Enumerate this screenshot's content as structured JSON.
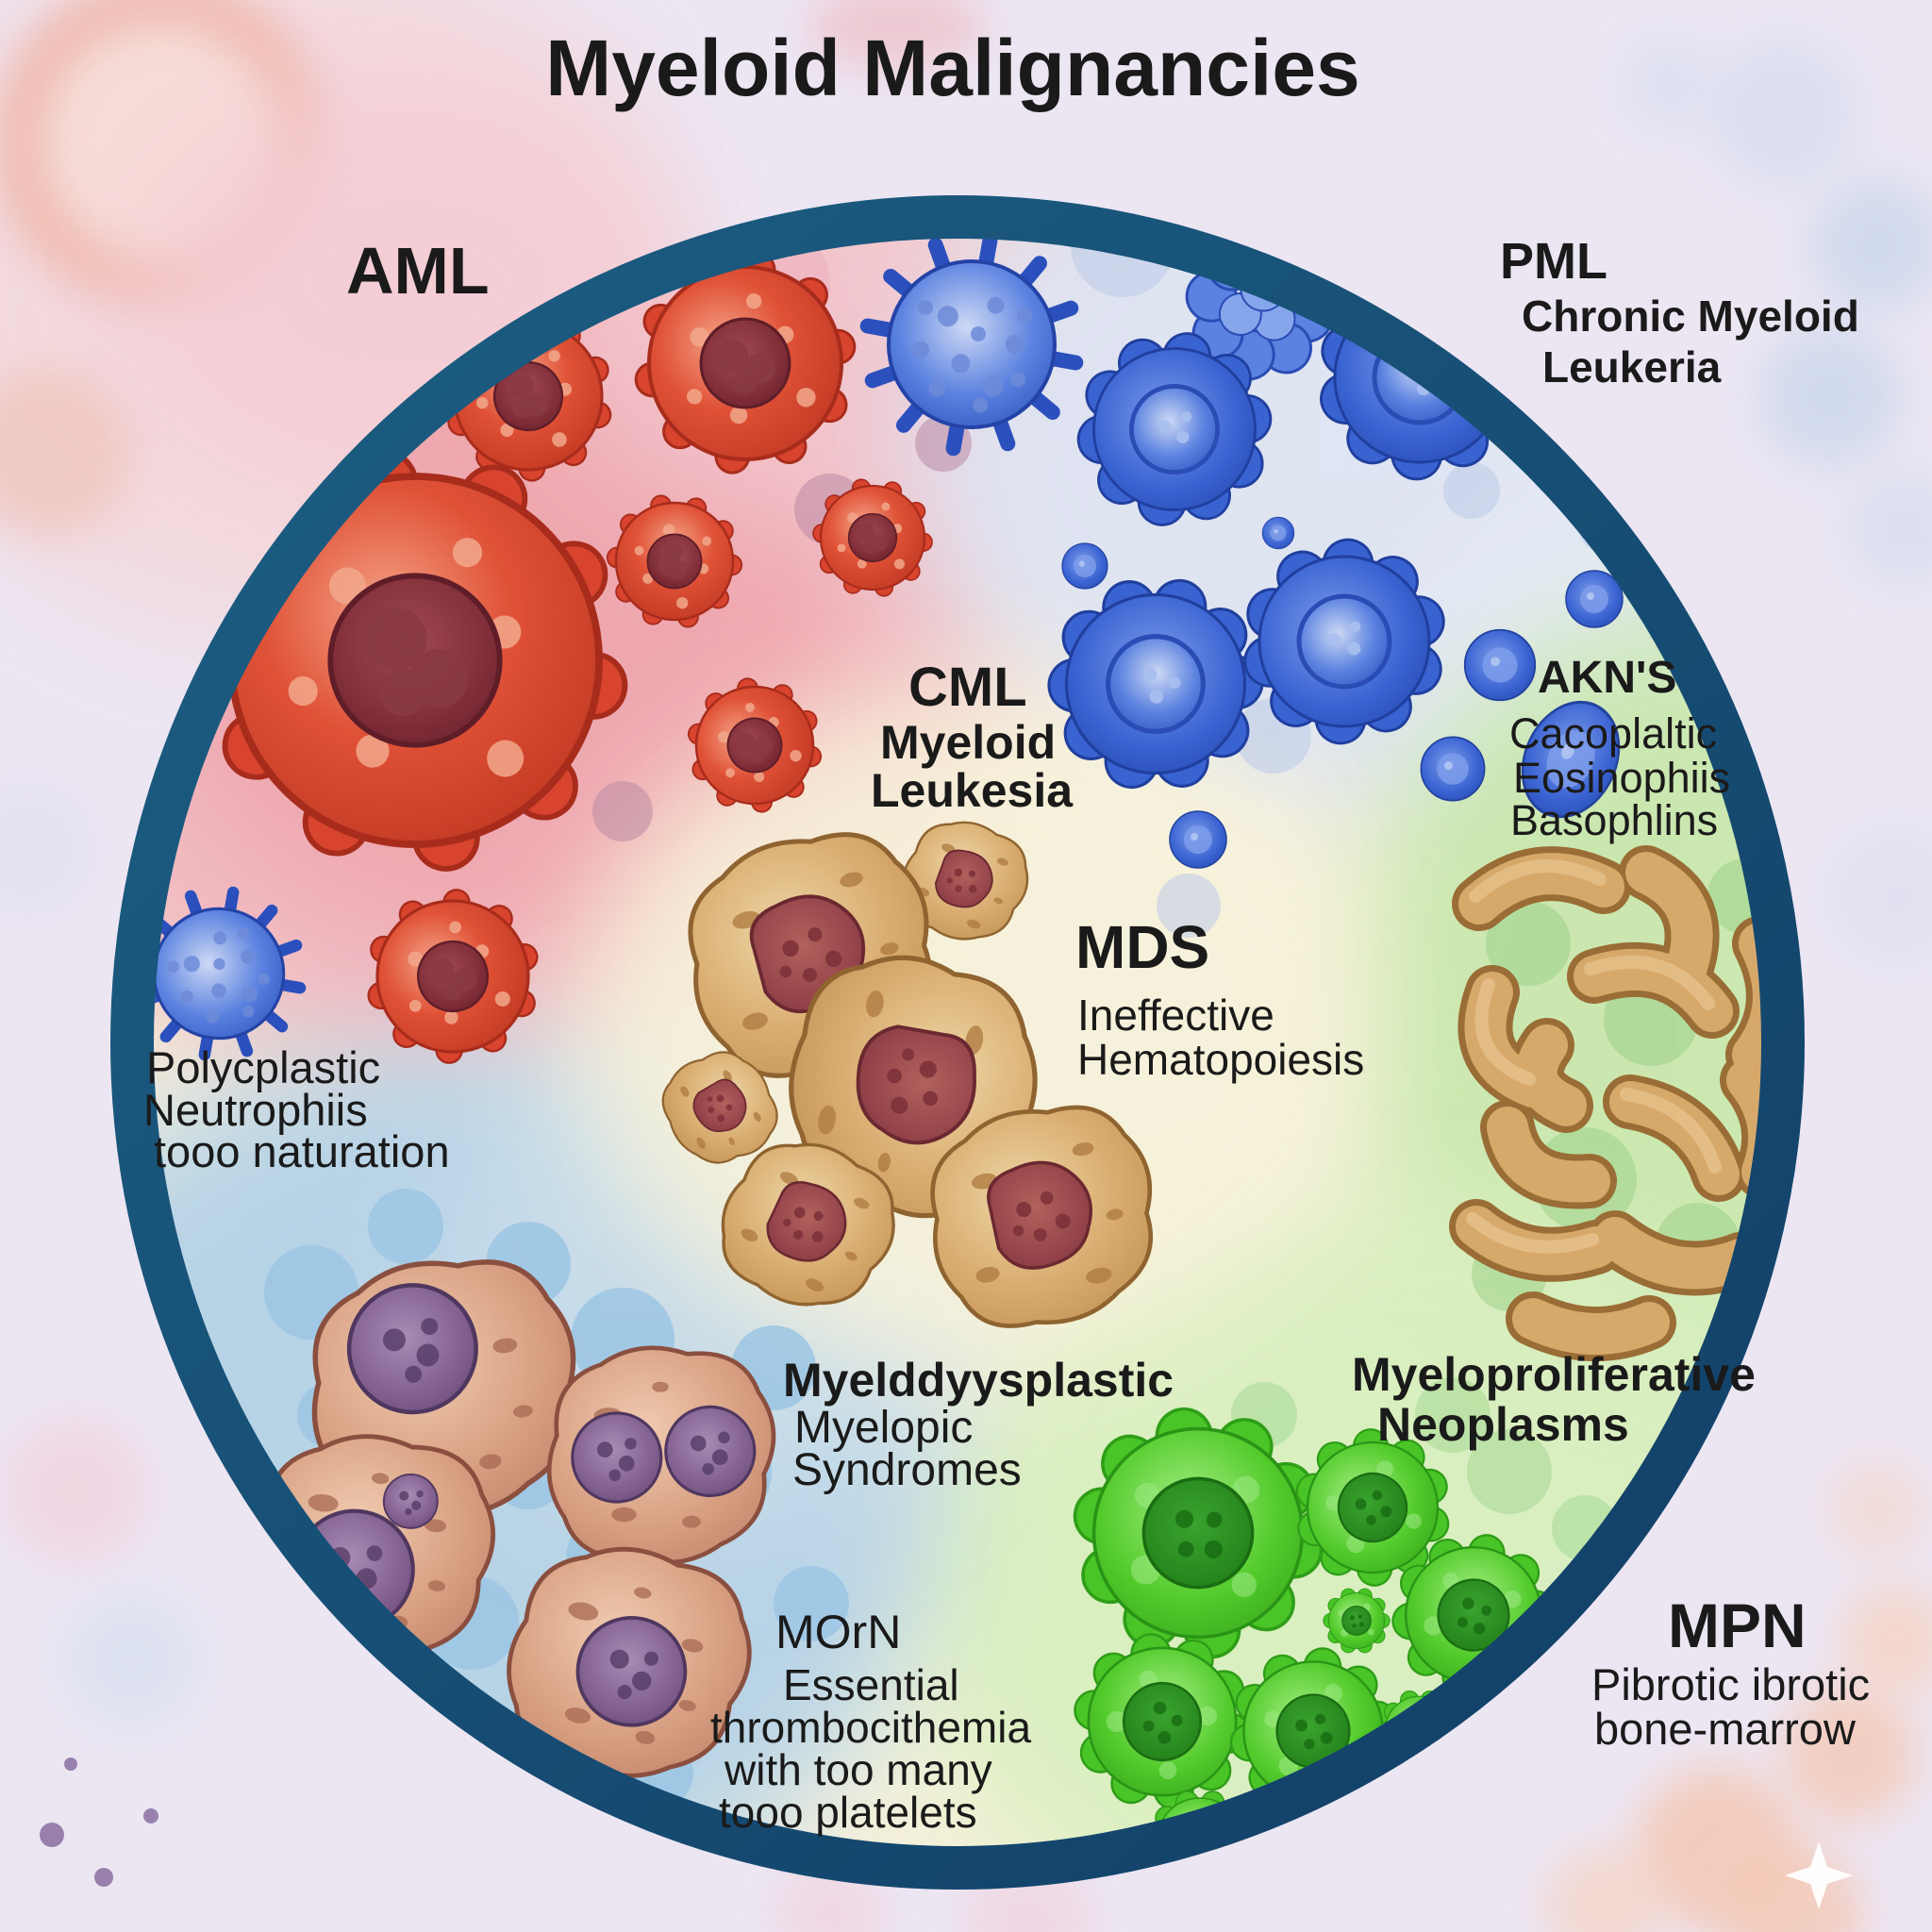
{
  "title": "Myeloid Malignancies",
  "labels": {
    "aml": {
      "abbr": "AML"
    },
    "pml": {
      "abbr": "PML",
      "lines": [
        "Chronic Myeloid",
        "Leukeria"
      ]
    },
    "cml": {
      "abbr": "CML",
      "lines": [
        "Myeloid",
        "Leukesia"
      ]
    },
    "akns": {
      "abbr": "AKN'S",
      "lines": [
        "Cacoplaltic",
        "Eosinophiis",
        "Basophlins"
      ]
    },
    "mds": {
      "abbr": "MDS",
      "lines": [
        "Ineffective",
        "Hematopoiesis"
      ]
    },
    "left_note": {
      "lines": [
        "Polycplastic",
        "Neutrophiis",
        "tooo naturation"
      ]
    },
    "mds_full": {
      "lines": [
        "Myelddyysplastic",
        "Myelopic",
        "Syndromes"
      ]
    },
    "mpn_full": {
      "lines": [
        "Myeloproliferative",
        "Neoplasms"
      ]
    },
    "morn": {
      "abbr": "MOrN",
      "lines": [
        "Essential",
        "thrombocithemia",
        "with too many",
        "tooo platelets"
      ]
    },
    "mpn": {
      "abbr": "MPN",
      "lines": [
        "Pibrotic ibrotic",
        "bone-marrow"
      ]
    }
  },
  "colors": {
    "canvas_bg": "#ece6f3",
    "circle_border_teal": "#1d5e83",
    "circle_border_navy": "#123e66",
    "region_aml_pink": "#f1bac1",
    "region_pml_periwinkle": "#dee4f3",
    "region_eosinophil_green": "#c9e7ad",
    "region_mds_cream": "#f6f1dc",
    "region_bottomleft_blue": "#b4d2e7",
    "region_mpn_green": "#d9efbf",
    "red_blast_cell": "#d94530",
    "blue_cell": "#3a63d2",
    "tan_cell": "#d8ab6e",
    "salmon_megakaryocyte": "#d9a183",
    "purple_nucleus": "#7e5c8c",
    "green_cell": "#52cb2b",
    "text": "#1a1a1a"
  },
  "icons": {
    "sparkle": "four-point-star"
  }
}
